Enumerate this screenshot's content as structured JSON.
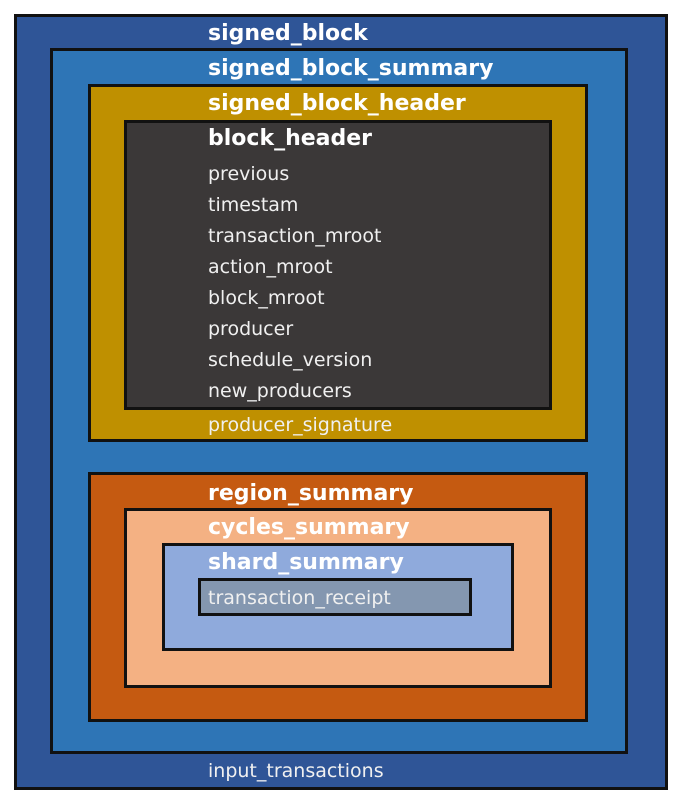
{
  "diagram": {
    "signed_block": "signed_block",
    "signed_block_summary": "signed_block_summary",
    "signed_block_header": "signed_block_header",
    "block_header": {
      "title": "block_header",
      "fields": [
        "previous",
        "timestam",
        "transaction_mroot",
        "action_mroot",
        "block_mroot",
        "producer",
        "schedule_version",
        "new_producers"
      ]
    },
    "producer_signature": "producer_signature",
    "region_summary": "region_summary",
    "cycles_summary": "cycles_summary",
    "shard_summary": "shard_summary",
    "transaction_receipt": "transaction_receipt",
    "input_transactions": "input_transactions"
  },
  "colors": {
    "signed_block": "#2f5597",
    "signed_block_summary": "#2e75b6",
    "signed_block_header": "#bf9000",
    "block_header": "#3b3838",
    "region_summary": "#c55a11",
    "cycles_summary": "#f4b183",
    "shard_summary": "#8faadc",
    "transaction_receipt": "#8497b0"
  }
}
